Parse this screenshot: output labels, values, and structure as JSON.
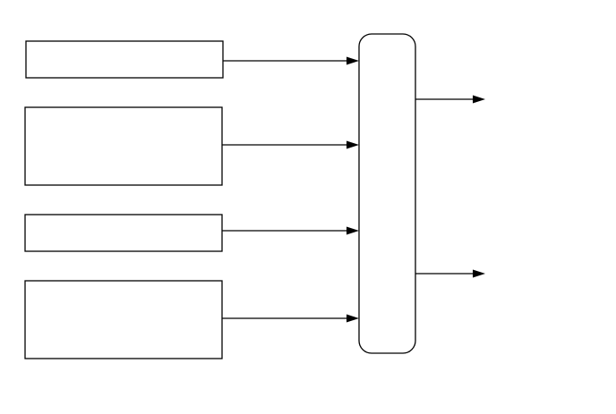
{
  "diagram": {
    "colors": {
      "stroke": "#000000",
      "fill": "#ffffff",
      "background": "#ffffff"
    },
    "input_blocks": [
      {
        "id": "input-block-1",
        "label": ""
      },
      {
        "id": "input-block-2",
        "label": ""
      },
      {
        "id": "input-block-3",
        "label": ""
      },
      {
        "id": "input-block-4",
        "label": ""
      }
    ],
    "hub_block": {
      "id": "hub-block",
      "label": ""
    },
    "output_arrows": [
      {
        "id": "output-arrow-1",
        "label": ""
      },
      {
        "id": "output-arrow-2",
        "label": ""
      }
    ]
  }
}
